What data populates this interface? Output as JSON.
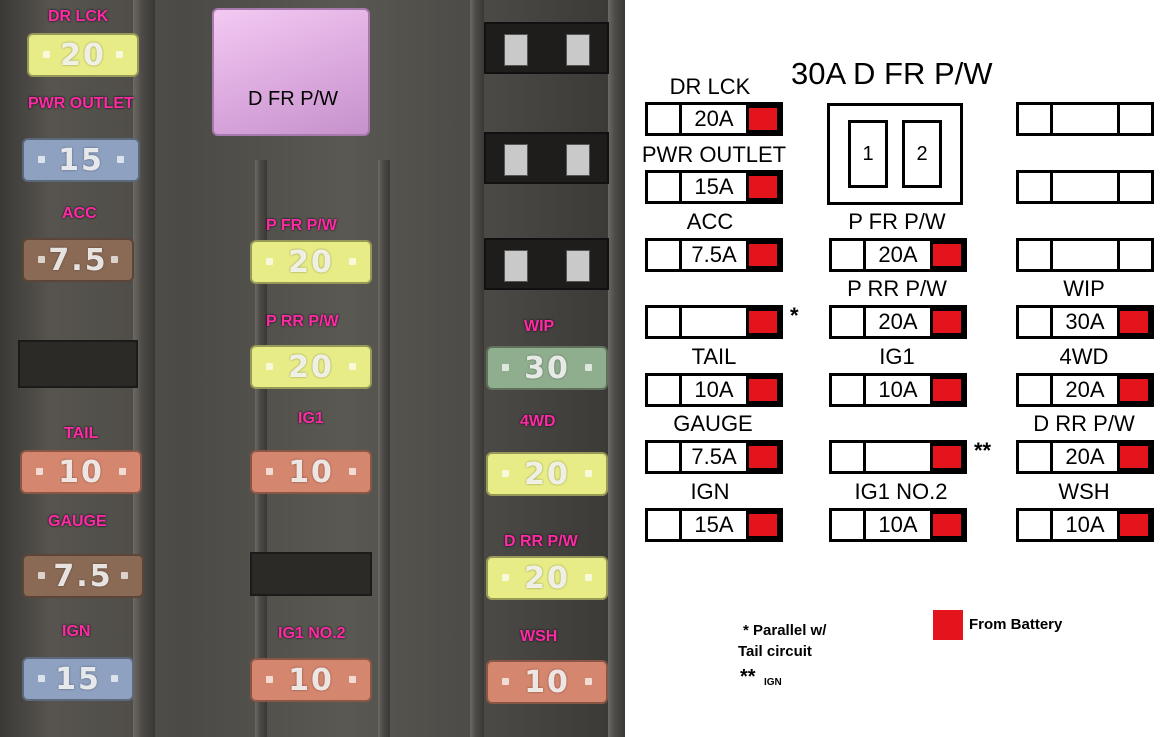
{
  "photo": {
    "fuses": [
      {
        "id": "dr-lck",
        "label": "DR LCK",
        "value": "20",
        "color": "#e8ec86"
      },
      {
        "id": "pwr-outlet",
        "label": "PWR OUTLET",
        "value": "15",
        "color": "#8ea1c0"
      },
      {
        "id": "acc",
        "label": "ACC",
        "value": "7.5",
        "color": "#8a6a55"
      },
      {
        "id": "p-fr-pw",
        "label": "P FR P/W",
        "value": "20",
        "color": "#e8ec86"
      },
      {
        "id": "p-rr-pw",
        "label": "P RR P/W",
        "value": "20",
        "color": "#e8ec86"
      },
      {
        "id": "wip",
        "label": "WIP",
        "value": "30",
        "color": "#8fae8e"
      },
      {
        "id": "tail",
        "label": "TAIL",
        "value": "10",
        "color": "#d4866e"
      },
      {
        "id": "ig1",
        "label": "IG1",
        "value": "10",
        "color": "#d4866e"
      },
      {
        "id": "4wd",
        "label": "4WD",
        "value": "20",
        "color": "#e8ec86"
      },
      {
        "id": "gauge",
        "label": "GAUGE",
        "value": "7.5",
        "color": "#8a6a55"
      },
      {
        "id": "d-rr-pw",
        "label": "D RR P/W",
        "value": "20",
        "color": "#e8ec86"
      },
      {
        "id": "ign",
        "label": "IGN",
        "value": "15",
        "color": "#8ea1c0"
      },
      {
        "id": "ig1-no2",
        "label": "IG1 NO.2",
        "value": "10",
        "color": "#d4866e"
      },
      {
        "id": "wsh",
        "label": "WSH",
        "value": "10",
        "color": "#d4866e"
      }
    ],
    "relay_label": "D FR P/W",
    "relay_color": "#e0b0e2"
  },
  "diagram": {
    "title": "30A D FR P/W",
    "relay_pins": [
      "1",
      "2"
    ],
    "fuses": [
      {
        "label": "DR LCK",
        "value": "20A",
        "battery": true
      },
      {
        "label": "PWR OUTLET",
        "value": "15A",
        "battery": true
      },
      {
        "label": "ACC",
        "value": "7.5A",
        "battery": true
      },
      {
        "label": "",
        "value": "",
        "battery": true,
        "mark": "*"
      },
      {
        "label": "TAIL",
        "value": "10A",
        "battery": true
      },
      {
        "label": "GAUGE",
        "value": "7.5A",
        "battery": true
      },
      {
        "label": "IGN",
        "value": "15A",
        "battery": true
      },
      {
        "label": "P FR P/W",
        "value": "20A",
        "battery": true
      },
      {
        "label": "P RR P/W",
        "value": "20A",
        "battery": true
      },
      {
        "label": "IG1",
        "value": "10A",
        "battery": true
      },
      {
        "label": "",
        "value": "",
        "battery": true,
        "mark": "**"
      },
      {
        "label": "IG1 NO.2",
        "value": "10A",
        "battery": true
      },
      {
        "label": "",
        "value": "",
        "battery": false
      },
      {
        "label": "",
        "value": "",
        "battery": false
      },
      {
        "label": "",
        "value": "",
        "battery": false
      },
      {
        "label": "WIP",
        "value": "30A",
        "battery": true
      },
      {
        "label": "4WD",
        "value": "20A",
        "battery": true
      },
      {
        "label": "D RR P/W",
        "value": "20A",
        "battery": true
      },
      {
        "label": "WSH",
        "value": "10A",
        "battery": true
      }
    ],
    "notes": {
      "single_star": "* Parallel w/",
      "single_star_2": "Tail circuit",
      "double_star": "**",
      "double_star_sub": "IGN",
      "legend": "From Battery"
    },
    "colors": {
      "battery": "#e4141c"
    }
  }
}
